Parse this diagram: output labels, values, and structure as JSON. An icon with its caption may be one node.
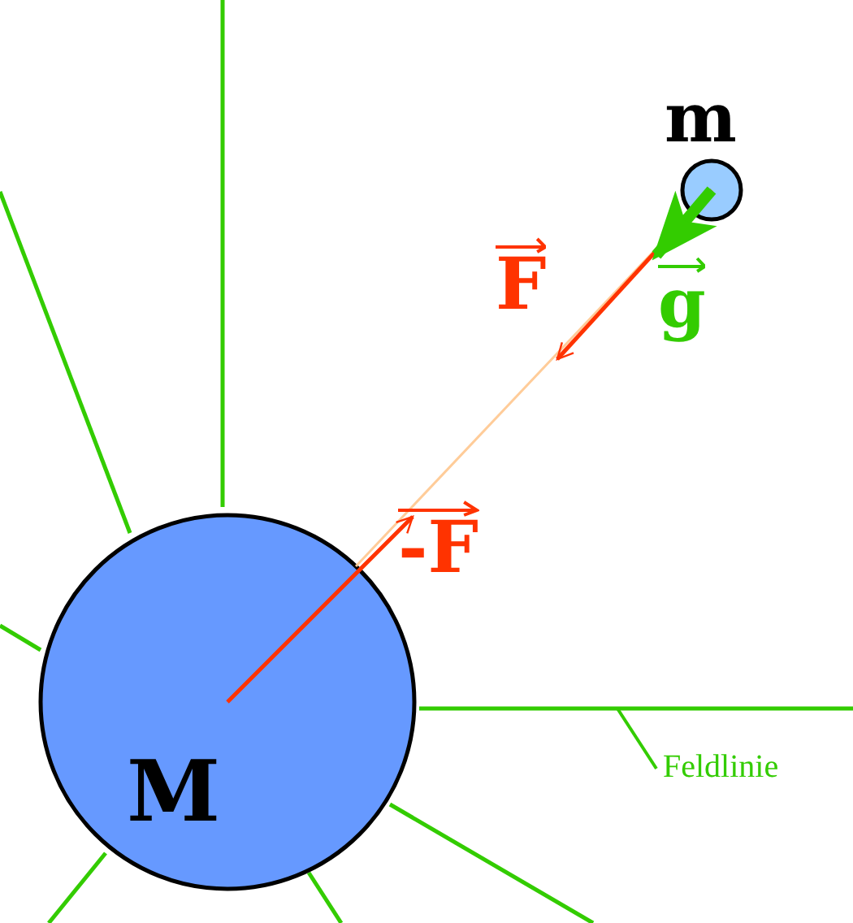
{
  "diagram": {
    "nodes": [
      {
        "text": [
          "M"
        ]
      },
      {
        "text": [
          "m"
        ]
      },
      {
        "text": [
          "Feldlinie"
        ]
      },
      {
        "text": [],
        "shape": "line"
      }
    ],
    "edges": [
      {
        "from": 1,
        "to": null,
        "arrow": "to",
        "label": "F",
        "color": "#ff3300"
      },
      {
        "from": 1,
        "to": null,
        "arrow": "to",
        "label": "g",
        "style": "thick",
        "color": "#33cc00"
      },
      {
        "from": 0,
        "to": null,
        "arrow": "to",
        "label": "-F",
        "color": "#ff3300"
      },
      {
        "from": 0,
        "to": 1,
        "arrow": "none",
        "color": "#ffcc99"
      },
      {
        "from": 2,
        "to": 3,
        "arrow": "none",
        "color": "#33cc00"
      }
    ]
  }
}
